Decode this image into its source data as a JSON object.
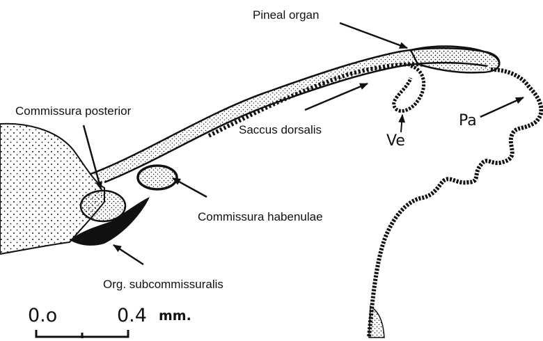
{
  "labels": {
    "pineal_organ": "Pineal organ",
    "commissura_posterior": "Commissura posterior",
    "saccus_dorsalis": "Saccus dorsalis",
    "commissura_habenulae": "Commissura habenulae",
    "org_subcommissuralis": "Org. subcommissuralis",
    "ve": "Ve",
    "pa": "Pa"
  },
  "scale_bar": {
    "start_label": "0.o",
    "end_value": "0.4",
    "end_unit": "mm."
  },
  "colors": {
    "ink": "#111111",
    "paper": "#ffffff"
  }
}
